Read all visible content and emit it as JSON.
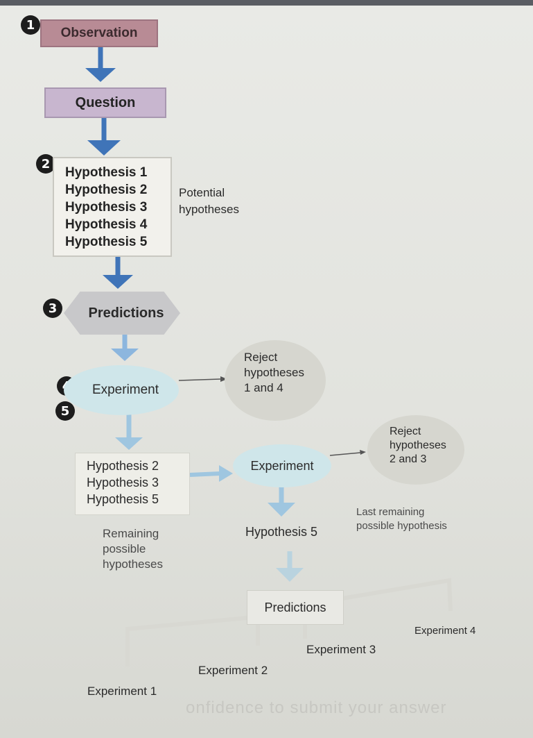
{
  "steps": {
    "observation": {
      "number": "1",
      "label": "Observation"
    },
    "question": {
      "label": "Question"
    },
    "hypotheses": {
      "number": "2",
      "items": [
        "Hypothesis 1",
        "Hypothesis 2",
        "Hypothesis 3",
        "Hypothesis 4",
        "Hypothesis 5"
      ],
      "side_label_line1": "Potential",
      "side_label_line2": "hypotheses"
    },
    "predictions": {
      "number": "3",
      "label": "Predictions"
    },
    "experiment": {
      "numbers": [
        "4",
        "5"
      ],
      "label": "Experiment"
    }
  },
  "reject_first": {
    "line1": "Reject",
    "line2": "hypotheses",
    "line3": "1 and 4"
  },
  "second_round": {
    "items": [
      "Hypothesis 2",
      "Hypothesis 3",
      "Hypothesis 5"
    ],
    "experiment_label": "Experiment",
    "reject_line1": "Reject",
    "reject_line2": "hypotheses",
    "reject_line3": "2 and 3",
    "remaining_line1": "Remaining",
    "remaining_line2": "possible",
    "remaining_line3": "hypotheses"
  },
  "final": {
    "hypothesis": "Hypothesis 5",
    "last_line1": "Last remaining",
    "last_line2": "possible hypothesis",
    "predictions_label": "Predictions",
    "experiments": [
      "Experiment 1",
      "Experiment 2",
      "Experiment 3",
      "Experiment 4"
    ]
  },
  "footer_text": "onfidence to submit your answer",
  "colors": {
    "arrow_blue": "#3f74b8",
    "arrow_light": "#9fc6e0",
    "observation_fill": "#b88b95",
    "question_fill": "#c8b6cf",
    "ellipse_fill": "#cfe6ea"
  }
}
